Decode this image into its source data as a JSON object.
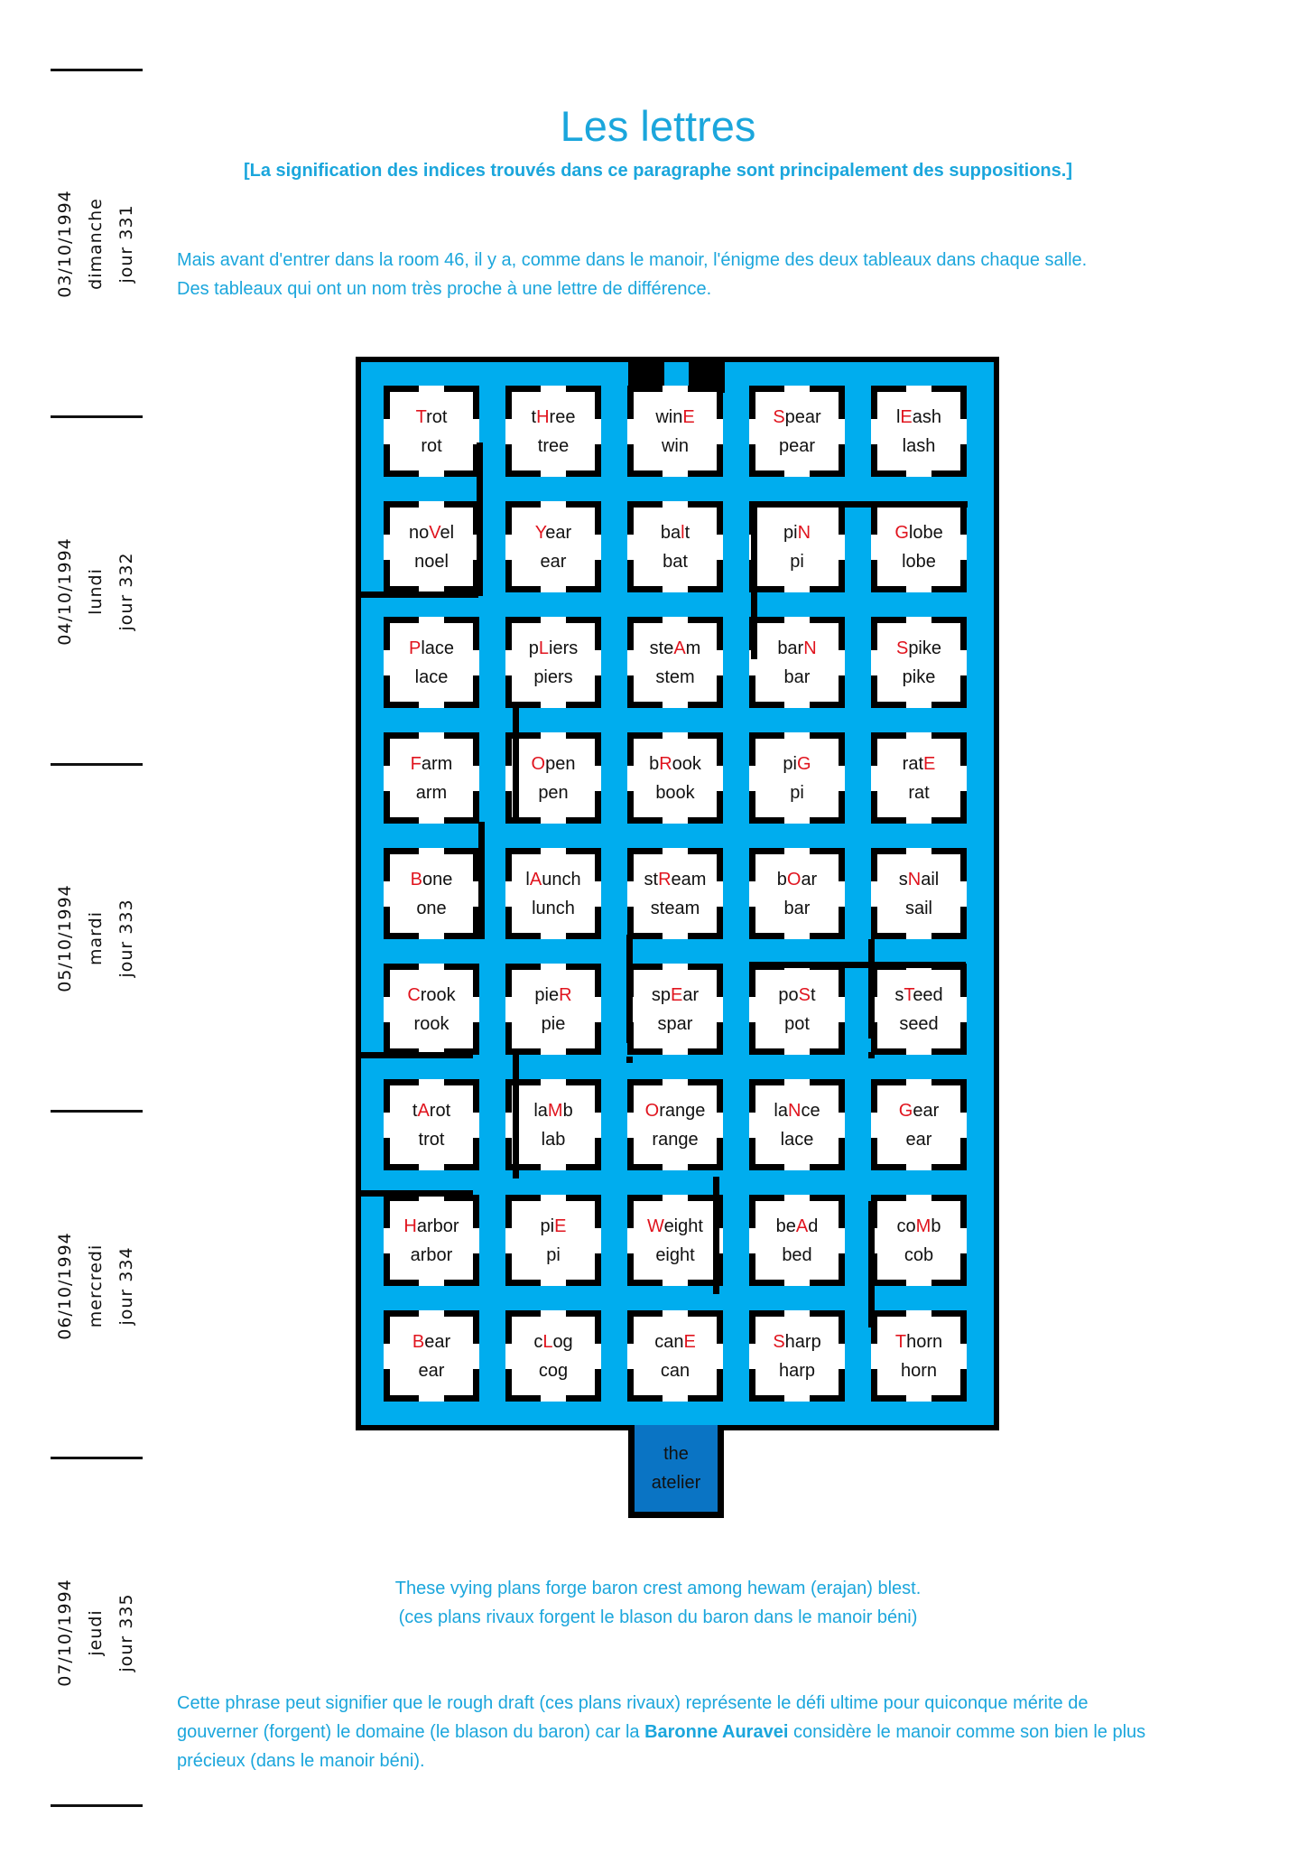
{
  "dates": [
    {
      "date": "03/10/1994",
      "weekday": "dimanche",
      "day": "jour 331"
    },
    {
      "date": "04/10/1994",
      "weekday": "lundi",
      "day": "jour 332"
    },
    {
      "date": "05/10/1994",
      "weekday": "mardi",
      "day": "jour 333"
    },
    {
      "date": "06/10/1994",
      "weekday": "mercredi",
      "day": "jour 334"
    },
    {
      "date": "07/10/1994",
      "weekday": "jeudi",
      "day": "jour 335"
    }
  ],
  "title": "Les lettres",
  "subtitle": "[La signification des indices trouvés dans ce paragraphe sont principalement des suppositions.]",
  "intro": [
    "Mais avant d'entrer dans la room 46, il y a, comme dans le manoir, l'énigme des deux tableaux dans chaque salle.",
    "Des tableaux qui ont un nom très proche à une lettre de différence."
  ],
  "colors": {
    "text": "#1ba6dc",
    "maze": "#00adee",
    "highlight": "#e0141e",
    "exit": "#0a74c4"
  },
  "cells": [
    [
      [
        "",
        "T",
        "rot",
        "rot"
      ],
      [
        "t",
        "H",
        "ree",
        "tree"
      ],
      [
        "win",
        "E",
        "",
        "win"
      ],
      [
        "",
        "S",
        "pear",
        "pear"
      ],
      [
        "l",
        "E",
        "ash",
        "lash"
      ]
    ],
    [
      [
        "no",
        "V",
        "el",
        "noel"
      ],
      [
        "",
        "Y",
        "ear",
        "ear"
      ],
      [
        "ba",
        "l",
        "t",
        "bat"
      ],
      [
        "pi",
        "N",
        "",
        "pi"
      ],
      [
        "",
        "G",
        "lobe",
        "lobe"
      ]
    ],
    [
      [
        "",
        "P",
        "lace",
        "lace"
      ],
      [
        "p",
        "L",
        "iers",
        "piers"
      ],
      [
        "ste",
        "A",
        "m",
        "stem"
      ],
      [
        "bar",
        "N",
        "",
        "bar"
      ],
      [
        "",
        "S",
        "pike",
        "pike"
      ]
    ],
    [
      [
        "",
        "F",
        "arm",
        "arm"
      ],
      [
        "",
        "O",
        "pen",
        "pen"
      ],
      [
        "b",
        "R",
        "ook",
        "book"
      ],
      [
        "pi",
        "G",
        "",
        "pi"
      ],
      [
        "rat",
        "E",
        "",
        "rat"
      ]
    ],
    [
      [
        "",
        "B",
        "one",
        "one"
      ],
      [
        "l",
        "A",
        "unch",
        "lunch"
      ],
      [
        "st",
        "R",
        "eam",
        "steam"
      ],
      [
        "b",
        "O",
        "ar",
        "bar"
      ],
      [
        "s",
        "N",
        "ail",
        "sail"
      ]
    ],
    [
      [
        "",
        "C",
        "rook",
        "rook"
      ],
      [
        "pie",
        "R",
        "",
        "pie"
      ],
      [
        "sp",
        "E",
        "ar",
        "spar"
      ],
      [
        "po",
        "S",
        "t",
        "pot"
      ],
      [
        "s",
        "T",
        "eed",
        "seed"
      ]
    ],
    [
      [
        "t",
        "A",
        "rot",
        "trot"
      ],
      [
        "la",
        "M",
        "b",
        "lab"
      ],
      [
        "",
        "O",
        "range",
        "range"
      ],
      [
        "la",
        "N",
        "ce",
        "lace"
      ],
      [
        "",
        "G",
        "ear",
        "ear"
      ]
    ],
    [
      [
        "",
        "H",
        "arbor",
        "arbor"
      ],
      [
        "pi",
        "E",
        "",
        "pi"
      ],
      [
        "",
        "W",
        "eight",
        "eight"
      ],
      [
        "be",
        "A",
        "d",
        "bed"
      ],
      [
        "co",
        "M",
        "b",
        "cob"
      ]
    ],
    [
      [
        "",
        "B",
        "ear",
        "ear"
      ],
      [
        "c",
        "L",
        "og",
        "cog"
      ],
      [
        "can",
        "E",
        "",
        "can"
      ],
      [
        "",
        "S",
        "harp",
        "harp"
      ],
      [
        "",
        "T",
        "horn",
        "horn"
      ]
    ]
  ],
  "exit": {
    "line1": "the",
    "line2": "atelier"
  },
  "quote": [
    "These vying plans forge baron crest among hewam (erajan) blest.",
    "(ces plans rivaux forgent le blason du baron dans le manoir béni)"
  ],
  "outro": {
    "part1": "Cette phrase peut signifier que le rough draft (ces plans rivaux) représente le défi ultime pour quiconque mérite de gouverner (forgent) le domaine (le blason du baron) car la ",
    "bold": "Baronne Auravei",
    "part2": " considère le manoir comme son bien le plus précieux (dans le manoir béni)."
  }
}
